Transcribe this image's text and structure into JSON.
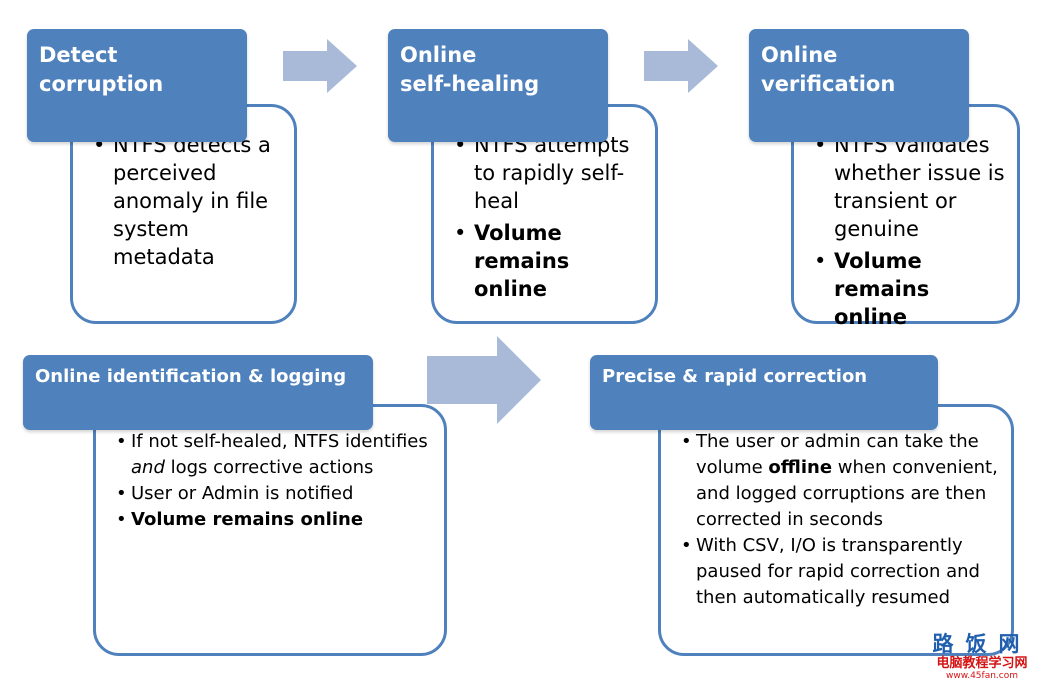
{
  "colors": {
    "accent": "#4f81bd",
    "arrow": "#a8bad8",
    "text": "#000000"
  },
  "steps": [
    {
      "title_lines": [
        "Detect",
        "corruption"
      ],
      "bullets": [
        {
          "segments": [
            {
              "t": "NTFS detects a perceived anomaly in file system metadata"
            }
          ]
        }
      ]
    },
    {
      "title_lines": [
        "Online",
        "self-healing"
      ],
      "bullets": [
        {
          "segments": [
            {
              "t": "NTFS attempts to rapidly self-heal"
            }
          ]
        },
        {
          "segments": [
            {
              "t": "Volume remains online",
              "b": true
            }
          ]
        }
      ]
    },
    {
      "title_lines": [
        "Online",
        "verification"
      ],
      "bullets": [
        {
          "segments": [
            {
              "t": "NTFS validates whether issue is transient or genuine"
            }
          ]
        },
        {
          "segments": [
            {
              "t": "Volume remains online",
              "b": true
            }
          ]
        }
      ]
    },
    {
      "title_lines": [
        "Online identification & logging"
      ],
      "bullets": [
        {
          "segments": [
            {
              "t": "If not self-healed, NTFS identifies "
            },
            {
              "t": "and",
              "i": true
            },
            {
              "t": " logs corrective actions"
            }
          ]
        },
        {
          "segments": [
            {
              "t": "User or Admin is notified"
            }
          ]
        },
        {
          "segments": [
            {
              "t": "Volume remains online",
              "b": true
            }
          ]
        }
      ]
    },
    {
      "title_lines": [
        "Precise & rapid correction"
      ],
      "bullets": [
        {
          "segments": [
            {
              "t": "The user or admin can take the volume "
            },
            {
              "t": "offline",
              "b": true
            },
            {
              "t": " when convenient, and logged corruptions are then corrected in seconds"
            }
          ]
        },
        {
          "segments": [
            {
              "t": "With CSV, I/O is transparently paused for rapid correction and then automatically resumed"
            }
          ]
        }
      ]
    }
  ],
  "bullet_char": "•",
  "watermark": {
    "top": "路饭网",
    "bottom": "电脑教程学习网",
    "url": "www.45fan.com"
  }
}
